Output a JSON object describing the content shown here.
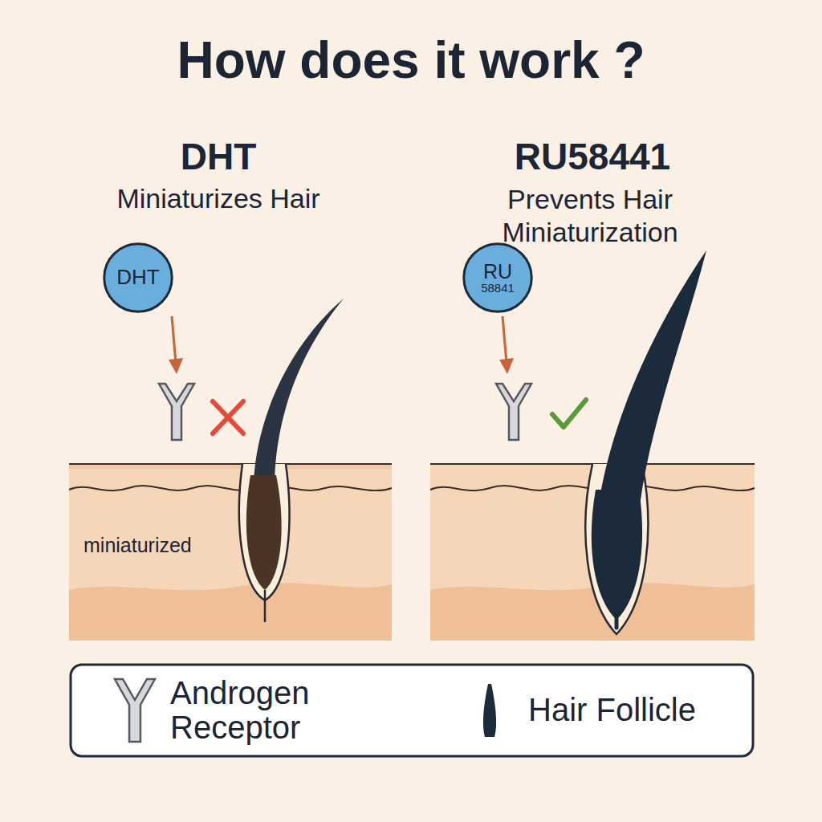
{
  "diagram": {
    "title": "How does it work ?",
    "nodes": [
      {
        "text": [
          "DHT"
        ]
      },
      {
        "text": [
          "RU",
          "58841"
        ]
      }
    ],
    "labels": [
      "DHT",
      "Miniaturizes Hair",
      "RU58441",
      "Prevents Hair Miniaturization",
      "miniaturized"
    ],
    "legend": [
      {
        "text": "Androgen Receptor"
      },
      {
        "text": "Hair Follicle"
      }
    ]
  }
}
